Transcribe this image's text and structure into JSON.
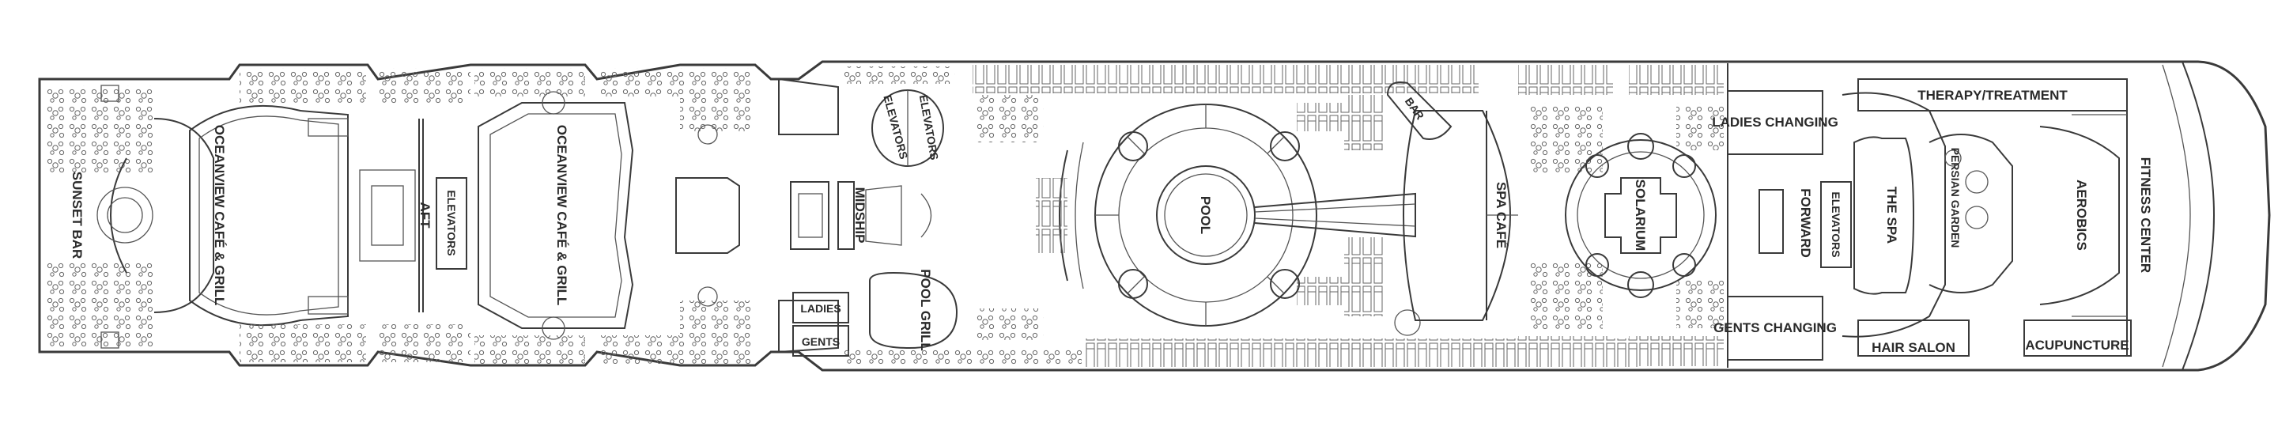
{
  "labels": {
    "sunset_bar": "SUNSET BAR",
    "oceanview_aft": "OCEANVIEW CAFÉ & GRILL",
    "aft": "AFT",
    "elevators_aft": "ELEVATORS",
    "oceanview_mid": "OCEANVIEW CAFÉ & GRILL",
    "midship": "MIDSHIP",
    "elevators_mid_a": "ELEVATORS",
    "elevators_mid_b": "ELEVATORS",
    "ladies": "LADIES",
    "gents": "GENTS",
    "pool_grill": "POOL GRILL",
    "pool": "POOL",
    "bar": "BAR",
    "spa_cafe": "SPA CAFÉ",
    "solarium": "SOLARIUM",
    "ladies_changing": "LADIES CHANGING",
    "gents_changing": "GENTS CHANGING",
    "forward": "FORWARD",
    "elevators_fwd": "ELEVATORS",
    "the_spa": "THE SPA",
    "therapy": "THERAPY/TREATMENT",
    "persian_garden": "PERSIAN GARDEN",
    "aerobics": "AEROBICS",
    "fitness_center": "FITNESS CENTER",
    "hair_salon": "HAIR SALON",
    "acupuncture": "ACUPUNCTURE"
  }
}
